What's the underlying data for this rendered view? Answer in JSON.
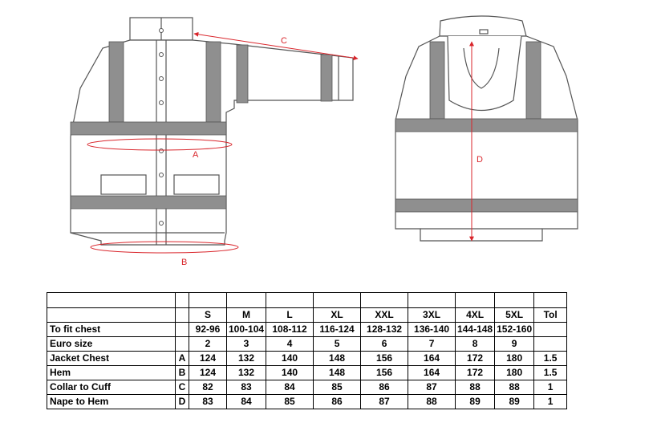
{
  "diagram": {
    "labels": {
      "a": "A",
      "b": "B",
      "c": "C",
      "d": "D"
    },
    "colors": {
      "outline": "#555555",
      "band": "#8f8f8f",
      "measure": "#d9252b"
    }
  },
  "table": {
    "headers": [
      "S",
      "M",
      "L",
      "XL",
      "XXL",
      "3XL",
      "4XL",
      "5XL",
      "Tol"
    ],
    "rows": [
      {
        "label": "To fit chest",
        "code": "",
        "values": [
          "92-96",
          "100-104",
          "108-112",
          "116-124",
          "128-132",
          "136-140",
          "144-148",
          "152-160",
          ""
        ]
      },
      {
        "label": "Euro size",
        "code": "",
        "values": [
          "2",
          "3",
          "4",
          "5",
          "6",
          "7",
          "8",
          "9",
          ""
        ]
      },
      {
        "label": "Jacket Chest",
        "code": "A",
        "values": [
          "124",
          "132",
          "140",
          "148",
          "156",
          "164",
          "172",
          "180",
          "1.5"
        ]
      },
      {
        "label": "Hem",
        "code": "B",
        "values": [
          "124",
          "132",
          "140",
          "148",
          "156",
          "164",
          "172",
          "180",
          "1.5"
        ]
      },
      {
        "label": "Collar to Cuff",
        "code": "C",
        "values": [
          "82",
          "83",
          "84",
          "85",
          "86",
          "87",
          "88",
          "88",
          "1"
        ]
      },
      {
        "label": "Nape to Hem",
        "code": "D",
        "values": [
          "83",
          "84",
          "85",
          "86",
          "87",
          "88",
          "89",
          "89",
          "1"
        ]
      }
    ]
  }
}
